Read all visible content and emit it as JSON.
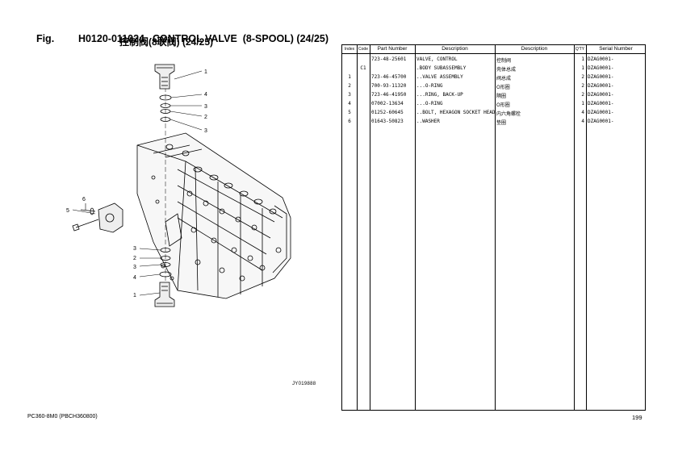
{
  "header": {
    "fig_label": "Fig.",
    "fig_code": "H0120-011024",
    "title_en": "CONTROL VALVE  (8-SPOOL) (24/25)",
    "title_cn": "控制阀(8联阀) (24/25)"
  },
  "diagram": {
    "drawing_code": "JY019888",
    "callouts": [
      "1",
      "4",
      "3",
      "2",
      "3",
      "6",
      "5",
      "3",
      "2",
      "3",
      "4",
      "1"
    ]
  },
  "table": {
    "headers": {
      "index": "Index",
      "code": "Code",
      "part_number": "Part Number",
      "description": "Description",
      "description_cn": "Description",
      "qty": "Q'TY",
      "serial": "Serial Number"
    },
    "rows": [
      {
        "index": "",
        "code": "",
        "part": "723-48-25601",
        "desc": "VALVE, CONTROL",
        "desc_cn": "控制阀",
        "qty": "1",
        "serial": "DZAG0001-"
      },
      {
        "index": "",
        "code": "C1",
        "part": "",
        "desc": ".BODY SUBASSEMBLY",
        "desc_cn": "壳体总成",
        "qty": "1",
        "serial": "DZAG0001-"
      },
      {
        "index": "1",
        "code": "",
        "part": "723-46-45700",
        "desc": "..VALVE ASSEMBLY",
        "desc_cn": "阀总成",
        "qty": "2",
        "serial": "DZAG0001-"
      },
      {
        "index": "2",
        "code": "",
        "part": "700-93-11320",
        "desc": "...O-RING",
        "desc_cn": "O形圈",
        "qty": "2",
        "serial": "DZAG0001-"
      },
      {
        "index": "3",
        "code": "",
        "part": "723-46-41950",
        "desc": "...RING, BACK-UP",
        "desc_cn": "隔圈",
        "qty": "2",
        "serial": "DZAG0001-"
      },
      {
        "index": "4",
        "code": "",
        "part": "07002-13634",
        "desc": "...O-RING",
        "desc_cn": "O形圈",
        "qty": "1",
        "serial": "DZAG0001-"
      },
      {
        "index": "5",
        "code": "",
        "part": "01252-60645",
        "desc": "..BOLT, HEXAGON SOCKET HEAD",
        "desc_cn": "内六角螺栓",
        "qty": "4",
        "serial": "DZAG0001-"
      },
      {
        "index": "6",
        "code": "",
        "part": "01643-50823",
        "desc": "..WASHER",
        "desc_cn": "垫圈",
        "qty": "4",
        "serial": "DZAG0001-"
      }
    ]
  },
  "footer": {
    "model": "PC360-8M0  (PBCH360800)",
    "page": "199"
  }
}
